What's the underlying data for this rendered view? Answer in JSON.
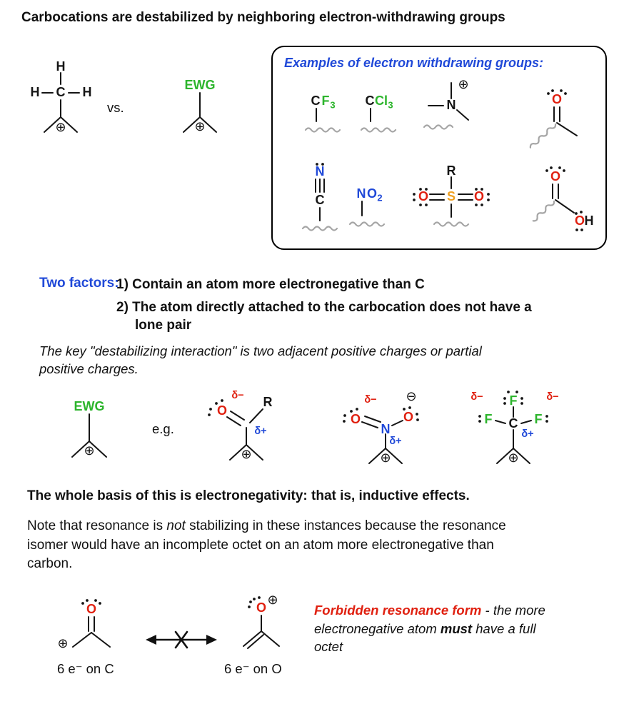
{
  "title": "Carbocations are destabilized by neighboring electron-withdrawing groups",
  "comparison": {
    "vs": "vs."
  },
  "atoms": {
    "H": "H",
    "C": "C",
    "N": "N",
    "O": "O",
    "F": "F",
    "S": "S",
    "Cl": "Cl",
    "R": "R",
    "EWG": "EWG",
    "sub2": "2",
    "sub3": "3"
  },
  "symbols": {
    "plus": "⊕",
    "minus": "⊖",
    "delta_minus": "δ−",
    "delta_plus": "δ+"
  },
  "ewg_box": {
    "title": "Examples of electron withdrawing groups:"
  },
  "factors": {
    "label": "Two factors:",
    "one": "1) Contain an atom more electronegative than C",
    "two": "2) The atom directly attached to the carbocation does not have a lone pair"
  },
  "key_note": "The key \"destabilizing interaction\" is two adjacent positive charges or partial positive charges.",
  "examples": {
    "eg": "e.g."
  },
  "basis": "The whole basis of this is electronegativity: that is, inductive effects.",
  "resonance_note": {
    "pre": "Note that resonance is ",
    "emph": "not",
    "post": " stabilizing in these instances because the resonance isomer would have an incomplete octet on an atom more electronegative than carbon."
  },
  "forbidden": {
    "title": "Forbidden resonance form",
    "mid": " - the more electronegative atom ",
    "bold": "must",
    "end": " have a full octet"
  },
  "electron_labels": {
    "left": "6 e⁻ on C",
    "right": "6 e⁻ on O"
  },
  "colors": {
    "green": "#2db52d",
    "blue": "#2049d8",
    "red": "#e02010",
    "orange": "#efa021",
    "squiggle_gray": "#a5a5a5"
  }
}
